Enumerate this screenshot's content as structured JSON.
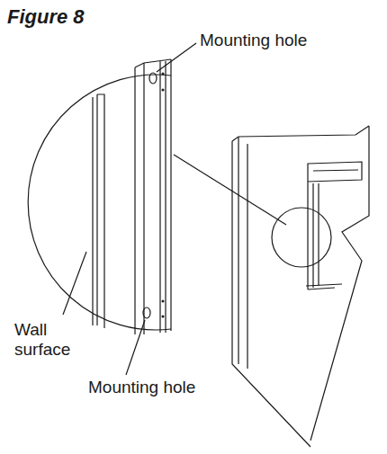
{
  "diagram": {
    "title": "Figure 8",
    "labels": [
      "Mounting hole",
      "Wall surface",
      "Mounting hole"
    ]
  }
}
